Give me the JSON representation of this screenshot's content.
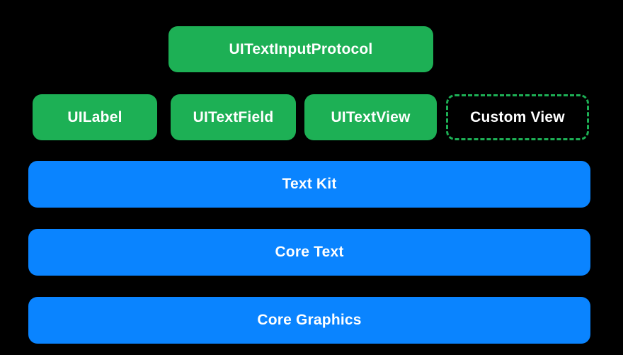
{
  "diagram": {
    "description": "iOS text rendering architecture layer diagram",
    "colors": {
      "background": "#000000",
      "green": "#1db055",
      "blue": "#0a84ff",
      "text": "#ffffff"
    },
    "protocol": {
      "label": "UITextInputProtocol",
      "style": "solid-green"
    },
    "views": [
      {
        "label": "UILabel",
        "style": "solid-green"
      },
      {
        "label": "UITextField",
        "style": "solid-green"
      },
      {
        "label": "UITextView",
        "style": "solid-green"
      },
      {
        "label": "Custom View",
        "style": "dashed-green-outline"
      }
    ],
    "layers": [
      {
        "label": "Text Kit"
      },
      {
        "label": "Core Text"
      },
      {
        "label": "Core Graphics"
      }
    ]
  }
}
